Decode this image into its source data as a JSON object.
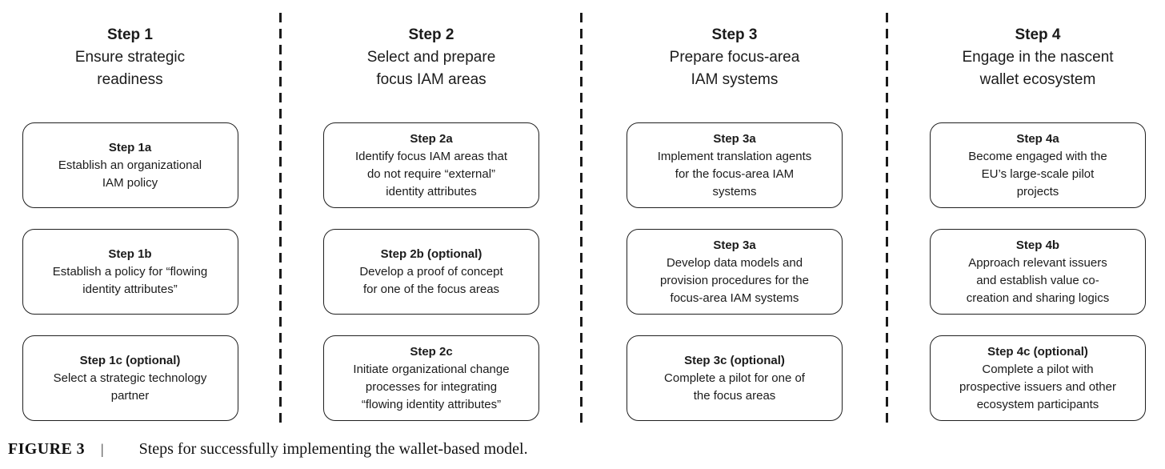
{
  "figure": {
    "columns": [
      {
        "title": "Step 1",
        "subtitle": "Ensure strategic\nreadiness",
        "boxes": [
          {
            "title": "Step 1a",
            "body": "Establish an organizational\nIAM policy"
          },
          {
            "title": "Step 1b",
            "body": "Establish a policy for “flowing\nidentity attributes”"
          },
          {
            "title": "Step 1c (optional)",
            "body": "Select a strategic technology\npartner"
          }
        ]
      },
      {
        "title": "Step 2",
        "subtitle": "Select and prepare\nfocus IAM areas",
        "boxes": [
          {
            "title": "Step 2a",
            "body": "Identify focus IAM areas that\ndo not require “external”\nidentity attributes"
          },
          {
            "title": "Step 2b (optional)",
            "body": "Develop a proof of concept\nfor one of the focus areas"
          },
          {
            "title": "Step 2c",
            "body": "Initiate organizational change\nprocesses for integrating\n“flowing identity attributes”"
          }
        ]
      },
      {
        "title": "Step 3",
        "subtitle": "Prepare focus-area\nIAM systems",
        "boxes": [
          {
            "title": "Step 3a",
            "body": "Implement translation agents\nfor the focus-area IAM\nsystems"
          },
          {
            "title": "Step 3a",
            "body": "Develop data models and\nprovision procedures for the\nfocus-area IAM systems"
          },
          {
            "title": "Step 3c (optional)",
            "body": "Complete a pilot for one of\nthe focus areas"
          }
        ]
      },
      {
        "title": "Step 4",
        "subtitle": "Engage in the nascent\nwallet ecosystem",
        "boxes": [
          {
            "title": "Step 4a",
            "body": "Become engaged with the\nEU’s large-scale pilot\nprojects"
          },
          {
            "title": "Step 4b",
            "body": "Approach relevant issuers\nand establish value co-\ncreation and sharing logics"
          },
          {
            "title": "Step 4c (optional)",
            "body": "Complete a pilot with\nprospective issuers and other\necosystem participants"
          }
        ]
      }
    ],
    "caption": {
      "label": "FIGURE 3",
      "separator": "|",
      "text": "Steps for successfully implementing the wallet-based model."
    }
  },
  "colors": {
    "text": "#1b1b1b",
    "border": "#1f1f1f",
    "background": "#ffffff",
    "divider": "#1b1b1b"
  }
}
